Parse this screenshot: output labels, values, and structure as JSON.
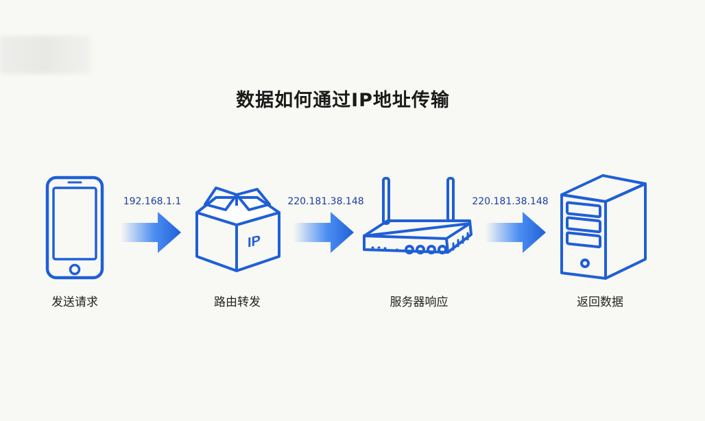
{
  "title": "数据如何通过IP地址传输",
  "steps": [
    {
      "label": "发送请求",
      "icon": "smartphone-icon"
    },
    {
      "label": "路由转发",
      "icon": "ip-package-box-icon"
    },
    {
      "label": "服务器响应",
      "icon": "router-icon"
    },
    {
      "label": "返回数据",
      "icon": "server-tower-icon"
    }
  ],
  "hops": [
    {
      "ip": "192.168.1.1"
    },
    {
      "ip": "220.181.38.148"
    },
    {
      "ip": "220.181.38.148"
    }
  ],
  "box_mark": "IP",
  "colors": {
    "accent": "#1f5fd6",
    "text": "#222222",
    "ip_text": "#1d3d9e",
    "background": "#f8f8f4"
  }
}
